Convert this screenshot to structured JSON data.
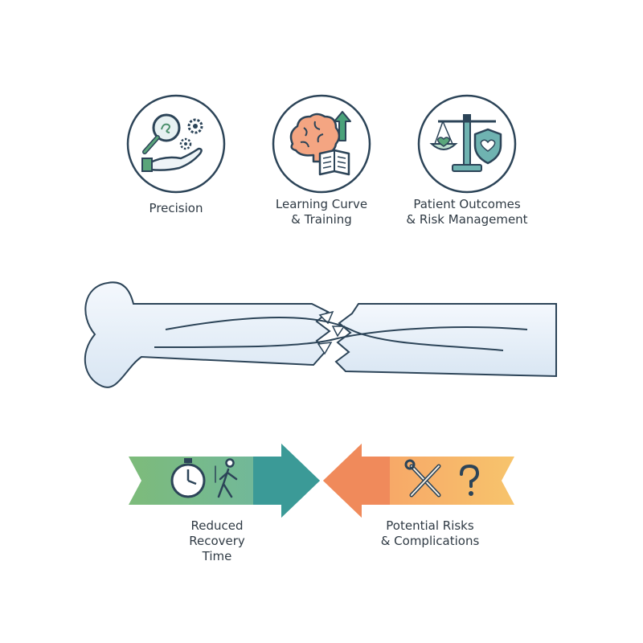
{
  "icons": [
    {
      "name": "magnifier-hand-gears-icon",
      "label": "Precision"
    },
    {
      "name": "brain-book-arrow-icon",
      "label": "Learning Curve\n& Training"
    },
    {
      "name": "scale-heart-shield-icon",
      "label": "Patient Outcomes\n& Risk Management"
    }
  ],
  "bottom": {
    "left_label": "Reduced\nRecovery\nTime",
    "right_label": "Potential Risks\n& Complications"
  },
  "colors": {
    "outline": "#2c4458",
    "green": "#7dbb7a",
    "teal": "#3b9a97",
    "orange": "#f08a5b",
    "yellow": "#f7c46c",
    "bone": "#e6eef8"
  }
}
